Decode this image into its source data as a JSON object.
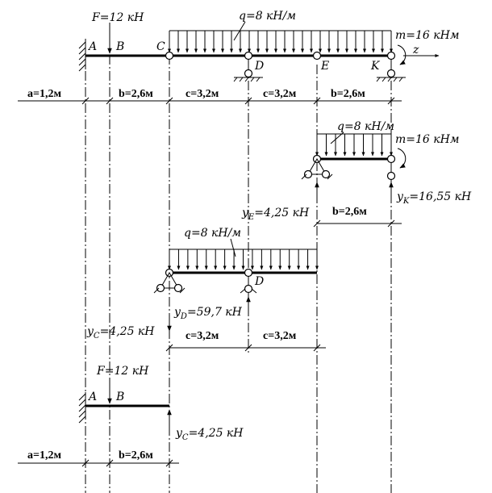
{
  "scheme_main": {
    "force_f": "F=12 кН",
    "point_a": "A",
    "point_b": "B",
    "point_c": "C",
    "point_d": "D",
    "point_e": "E",
    "point_k": "K",
    "load_q": "q=8 кН/м",
    "moment_m": "m=16 кНм",
    "axis_z": "z"
  },
  "dims_main": [
    "a=1,2м",
    "b=2,6м",
    "c=3,2м",
    "c=3,2м",
    "b=2,6м"
  ],
  "beam_ek": {
    "load_q": "q=8 кН/м",
    "moment_m": "m=16 кНм",
    "reaction_e": "y",
    "reaction_e_sub": "E",
    "reaction_e_val": "=4,25 кН",
    "reaction_k": "y",
    "reaction_k_sub": "K",
    "reaction_k_val": "=16,55 кН",
    "dim_b": "b=2,6м"
  },
  "beam_ce": {
    "load_q": "q=8 кН/м",
    "point_d": "D",
    "reaction_d": "y",
    "reaction_d_sub": "D",
    "reaction_d_val": "=59,7 кН",
    "reaction_c": "y",
    "reaction_c_sub": "C",
    "reaction_c_val": "=4,25 кН",
    "dim_c1": "c=3,2м",
    "dim_c2": "c=3,2м"
  },
  "beam_ac": {
    "force_f": "F=12 кН",
    "point_a": "A",
    "point_b": "B",
    "reaction_c": "y",
    "reaction_c_sub": "C",
    "reaction_c_val": "=4,25 кН",
    "dim_a": "a=1,2м",
    "dim_b": "b=2,6м"
  }
}
